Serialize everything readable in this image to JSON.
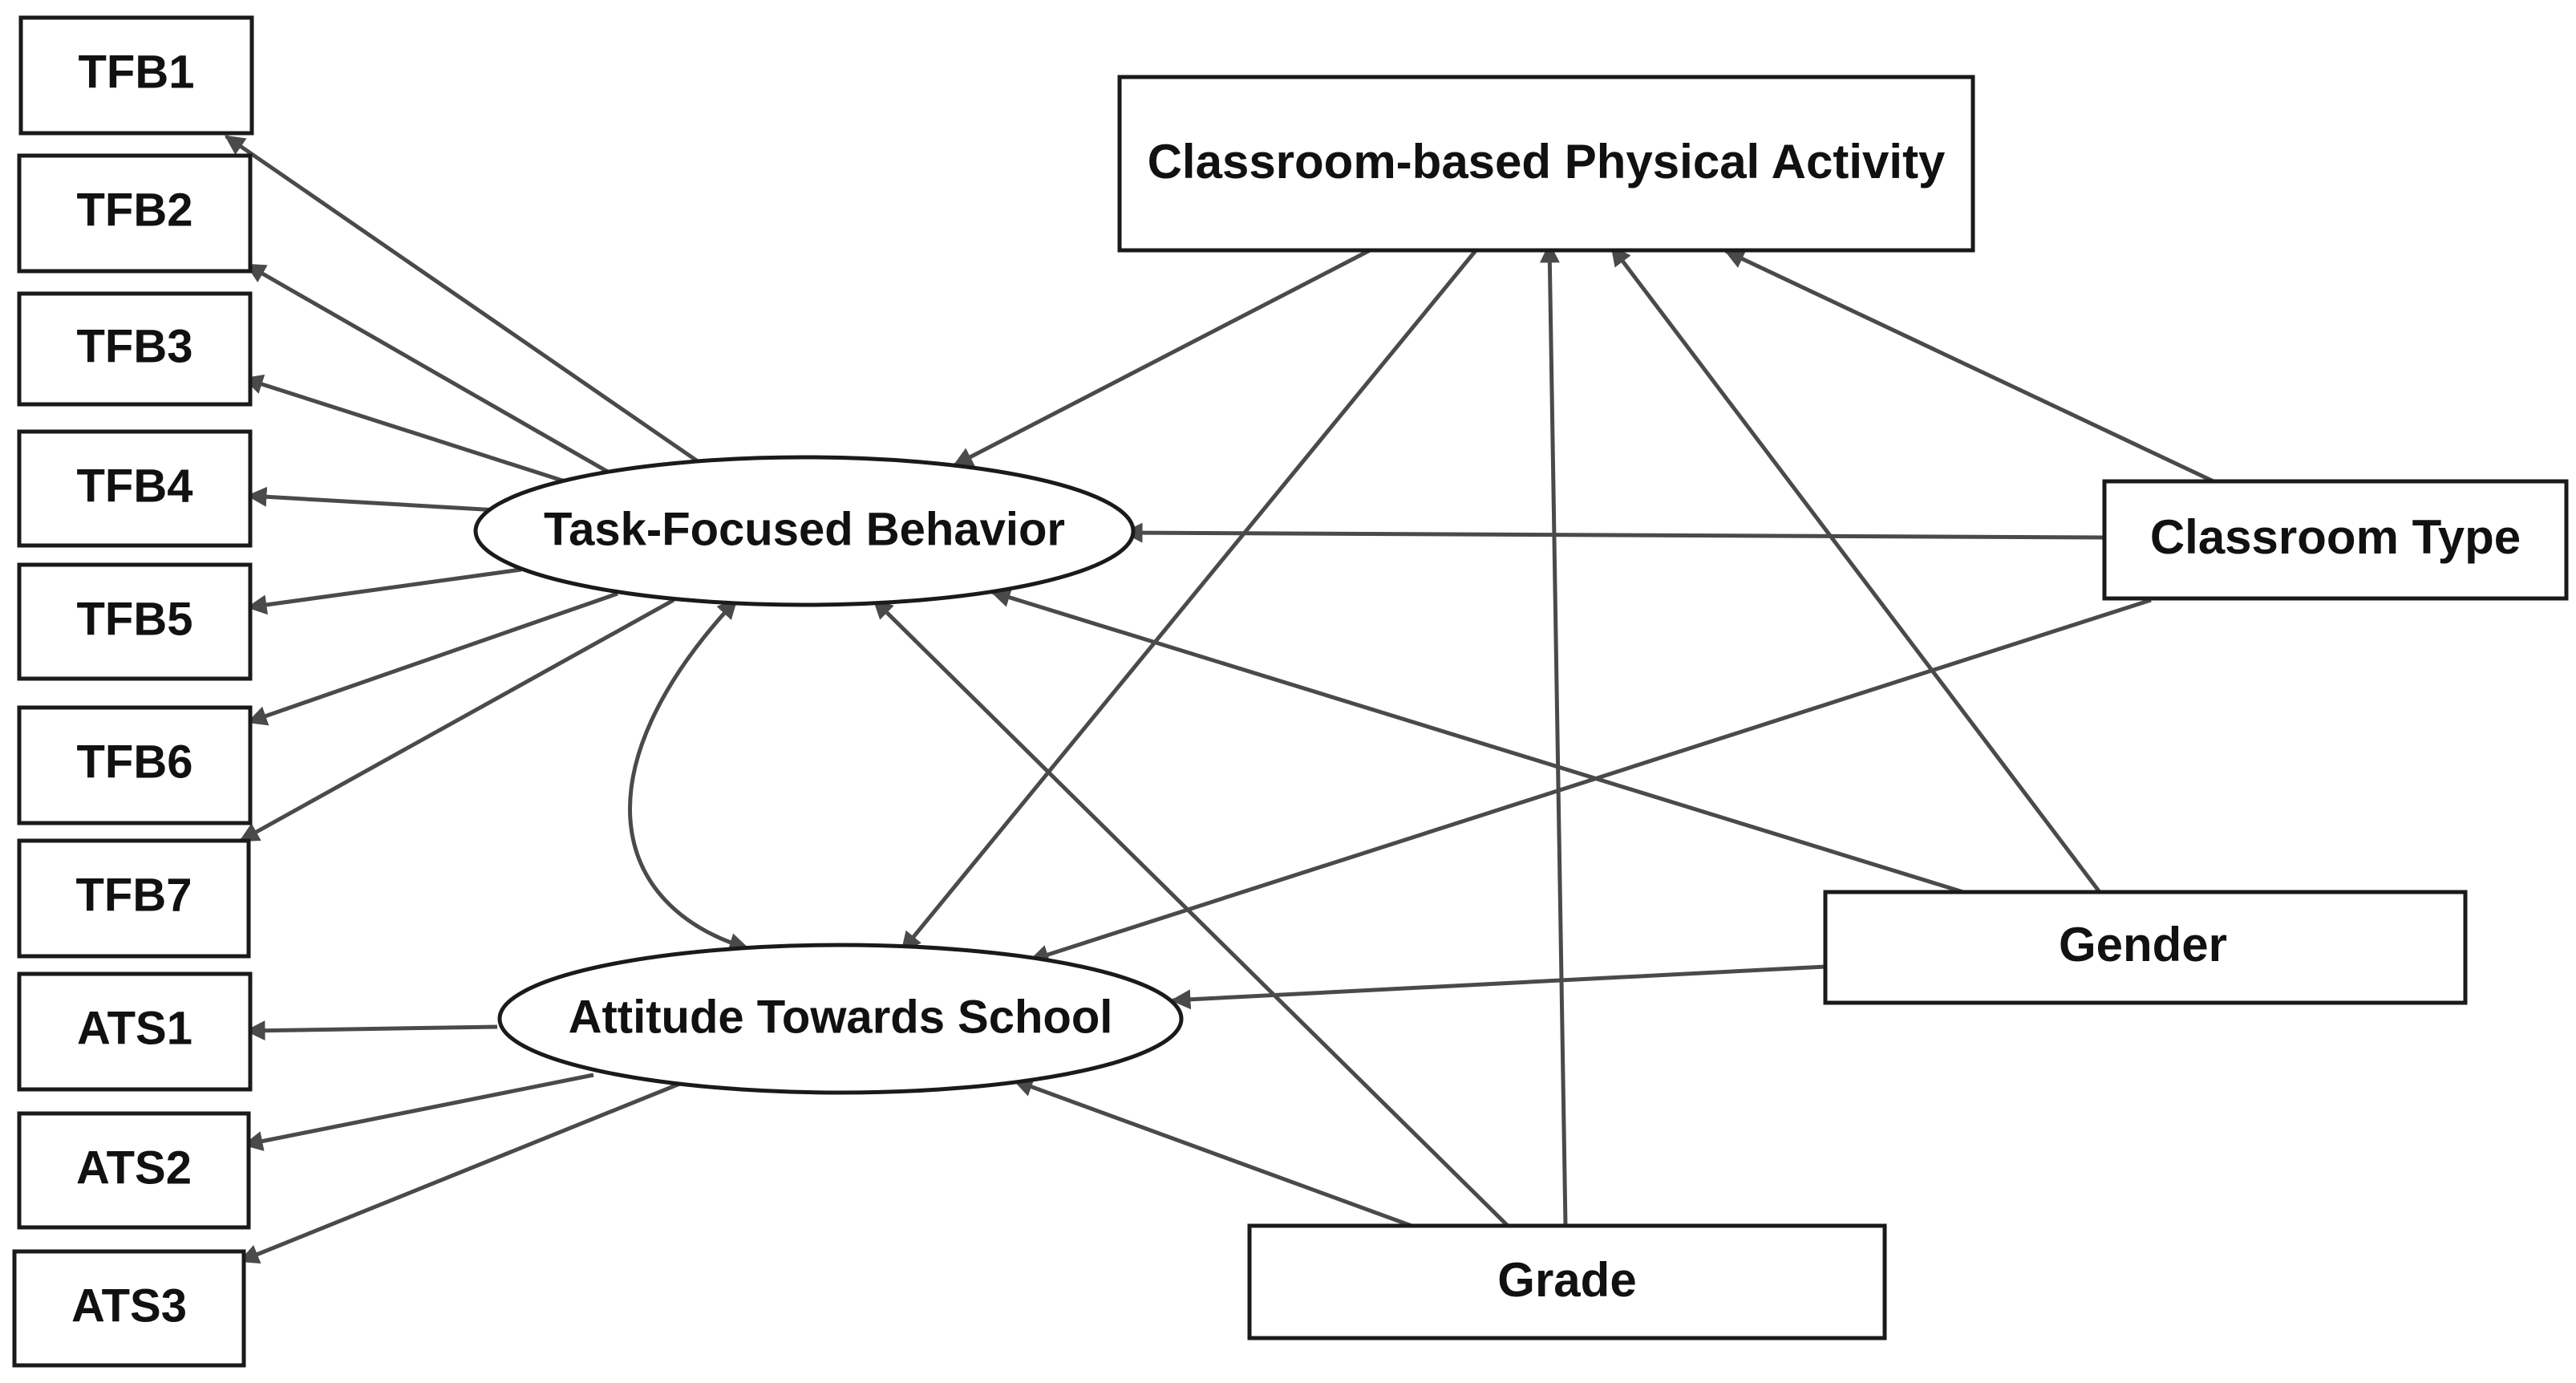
{
  "diagram": {
    "nodes": {
      "tfb1": "TFB1",
      "tfb2": "TFB2",
      "tfb3": "TFB3",
      "tfb4": "TFB4",
      "tfb5": "TFB5",
      "tfb6": "TFB6",
      "tfb7": "TFB7",
      "ats1": "ATS1",
      "ats2": "ATS2",
      "ats3": "ATS3",
      "task_focused_behavior": "Task-Focused Behavior",
      "attitude_towards_school": "Attitude Towards School",
      "classroom_physical_activity": "Classroom-based Physical Activity",
      "classroom_type": "Classroom Type",
      "gender": "Gender",
      "grade": "Grade"
    },
    "colors": {
      "edge": "#4a4a4a",
      "border": "#1a1a1a",
      "text": "#111111",
      "background": "#ffffff"
    }
  }
}
